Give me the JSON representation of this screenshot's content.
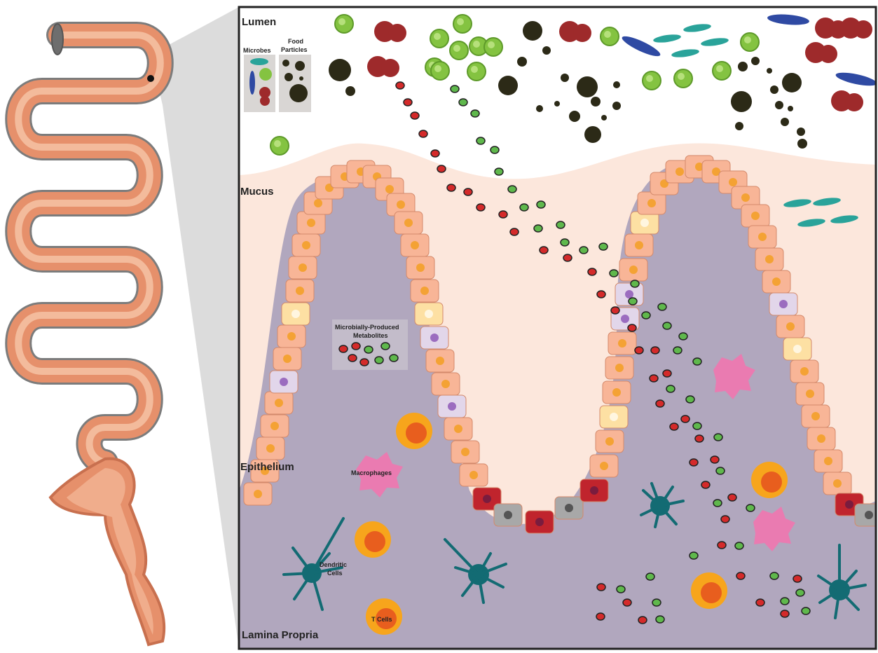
{
  "regions": {
    "lumen": "Lumen",
    "mucus": "Mucus",
    "epithelium": "Epithelium",
    "lamina_propria": "Lamina Propria"
  },
  "legend": {
    "microbes": "Microbes",
    "food_particles_line1": "Food",
    "food_particles_line2": "Particles"
  },
  "metabolites_box": {
    "line1": "Microbially-Produced",
    "line2": "Metabolites"
  },
  "cell_labels": {
    "macrophages": "Macrophages",
    "dendritic_line1": "Dendritic",
    "dendritic_line2": "Cells",
    "t_cells": "T Cells"
  },
  "colors": {
    "lamina_propria": "#b1a7be",
    "mucus": "#fce7dc",
    "epithelial_cell": "#f8b597",
    "epithelial_nucleus": "#f4a234",
    "goblet_cell": "#fde0a3",
    "tuft_cell": "#e2d6ea",
    "paneth_cell": "#c0242d",
    "stem_cell": "#a8a8a8",
    "metabolite_red": "#d42a2a",
    "metabolite_green": "#5fb84c",
    "microbe_green": "#84c341",
    "microbe_red": "#9e2a2b",
    "microbe_blue": "#2f4aa3",
    "microbe_teal": "#2aa39a",
    "food_particle": "#2c2a17",
    "macrophage": "#ea7bb1",
    "dendritic_cell": "#136b73",
    "t_cell_outer": "#f7a51c",
    "t_cell_inner": "#e85e1e",
    "intestine": "#e6906b"
  }
}
